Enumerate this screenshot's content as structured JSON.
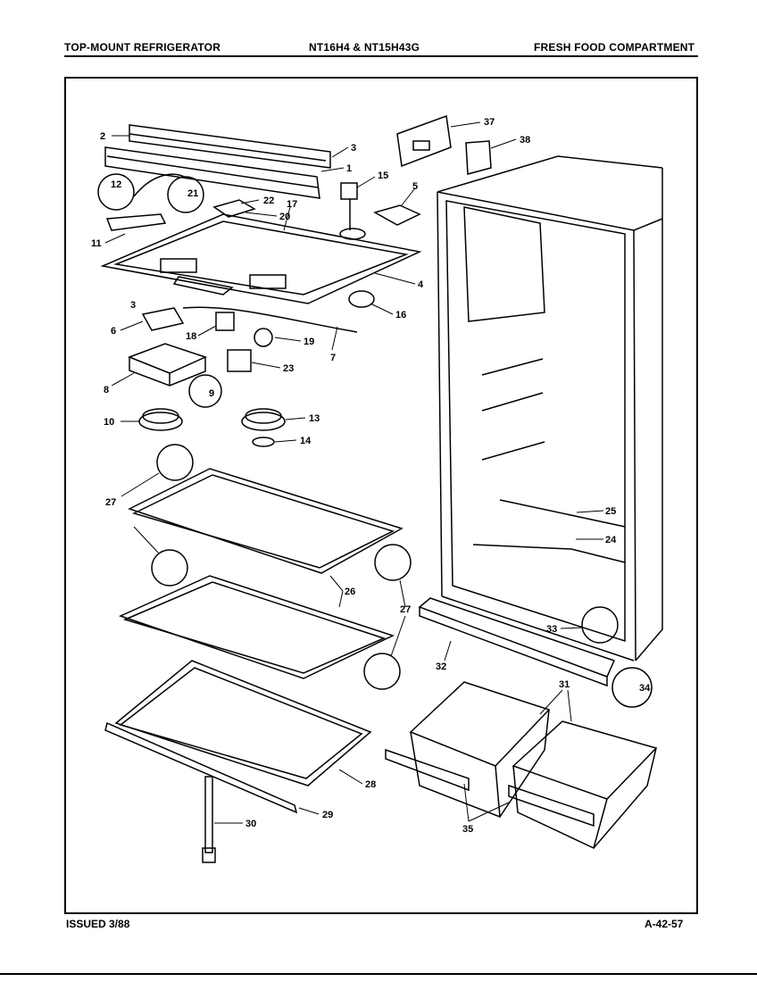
{
  "header": {
    "left": "TOP-MOUNT REFRIGERATOR",
    "center": "NT16H4 & NT15H43G",
    "right": "FRESH FOOD COMPARTMENT"
  },
  "footer": {
    "issued": "ISSUED 3/88",
    "code": "A-42-57"
  },
  "callouts": [
    "2",
    "3",
    "1",
    "37",
    "38",
    "15",
    "5",
    "12",
    "21",
    "22",
    "20",
    "17",
    "11",
    "4",
    "3",
    "16",
    "6",
    "18",
    "19",
    "7",
    "8",
    "9",
    "23",
    "10",
    "13",
    "14",
    "27",
    "26",
    "27",
    "25",
    "24",
    "33",
    "32",
    "34",
    "31",
    "35",
    "28",
    "29",
    "30"
  ]
}
